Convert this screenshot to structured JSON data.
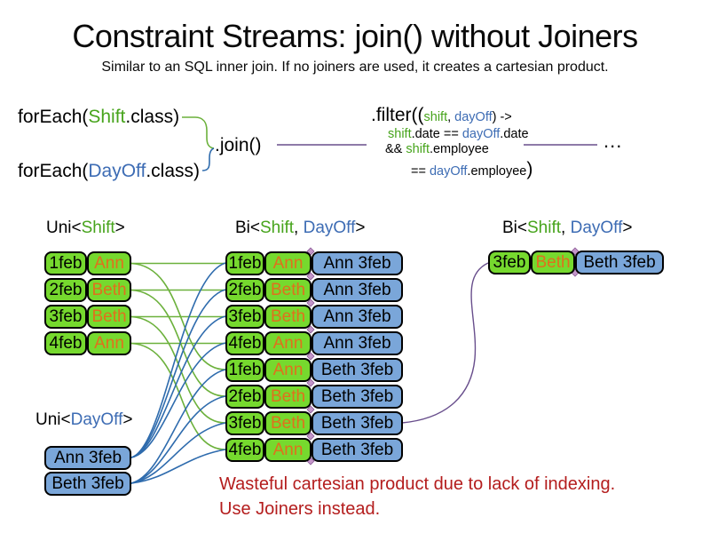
{
  "title": "Constraint Streams: join() without Joiners",
  "subtitle": "Similar to an SQL inner join. If no joiners are used, it creates a cartesian product.",
  "colors": {
    "class_green": "#47a41c",
    "class_blue": "#3d6cb4",
    "name_orange": "#e0701d",
    "box_green": "#76d92e",
    "box_blue": "#7aa6d9",
    "line_green": "#6cb13c",
    "line_blue": "#2e6bad",
    "line_purple": "#684e8c",
    "warning_red": "#b41d1d",
    "diamond_fill": "#c496ca",
    "diamond_edge": "#8a5a96"
  },
  "code": {
    "foreach_shift": {
      "pre": "forEach(",
      "cls": "Shift",
      "post": ".class)"
    },
    "foreach_dayoff": {
      "pre": "forEach(",
      "cls": "DayOff",
      "post": ".class)"
    },
    "join_label": ".join()",
    "ellipsis": "...",
    "filter": {
      "l1_big": ".filter((",
      "l1_shift": "shift",
      "l1_comma": ", ",
      "l1_dayoff": "dayOff",
      "l1_end": ") ->",
      "l2_shift": "shift",
      "l2_mid": ".date == ",
      "l2_dayoff": "dayOff",
      "l2_end": ".date",
      "l3_and": "&& ",
      "l3_shift": "shift",
      "l3_end": ".employee",
      "l4_eq": "== ",
      "l4_dayoff": "dayOff",
      "l4_mid": ".employee",
      "l4_paren": ")"
    }
  },
  "labels": {
    "uni_shift": {
      "pre": "Uni<",
      "shift": "Shift",
      "post": ">"
    },
    "bi_mid": {
      "pre": "Bi<",
      "shift": "Shift",
      "comma": ", ",
      "dayoff": "DayOff",
      "post": ">"
    },
    "bi_right": {
      "pre": "Bi<",
      "shift": "Shift",
      "comma": ", ",
      "dayoff": "DayOff",
      "post": ">"
    },
    "uni_dayoff": {
      "pre": "Uni<",
      "dayoff": "DayOff",
      "post": ">"
    }
  },
  "shift_rows": [
    {
      "date": "1feb",
      "name": "Ann"
    },
    {
      "date": "2feb",
      "name": "Beth"
    },
    {
      "date": "3feb",
      "name": "Beth"
    },
    {
      "date": "4feb",
      "name": "Ann"
    }
  ],
  "dayoff_rows": [
    {
      "label": "Ann 3feb"
    },
    {
      "label": "Beth 3feb"
    }
  ],
  "joined_rows": [
    {
      "date": "1feb",
      "name": "Ann",
      "dayoff": "Ann 3feb"
    },
    {
      "date": "2feb",
      "name": "Beth",
      "dayoff": "Ann 3feb"
    },
    {
      "date": "3feb",
      "name": "Beth",
      "dayoff": "Ann 3feb"
    },
    {
      "date": "4feb",
      "name": "Ann",
      "dayoff": "Ann 3feb"
    },
    {
      "date": "1feb",
      "name": "Ann",
      "dayoff": "Beth 3feb"
    },
    {
      "date": "2feb",
      "name": "Beth",
      "dayoff": "Beth 3feb"
    },
    {
      "date": "3feb",
      "name": "Beth",
      "dayoff": "Beth 3feb"
    },
    {
      "date": "4feb",
      "name": "Ann",
      "dayoff": "Beth 3feb"
    }
  ],
  "result_row": {
    "date": "3feb",
    "name": "Beth",
    "dayoff": "Beth 3feb"
  },
  "warning_line1": "Wasteful cartesian product due to lack of indexing.",
  "warning_line2": "Use Joiners instead."
}
